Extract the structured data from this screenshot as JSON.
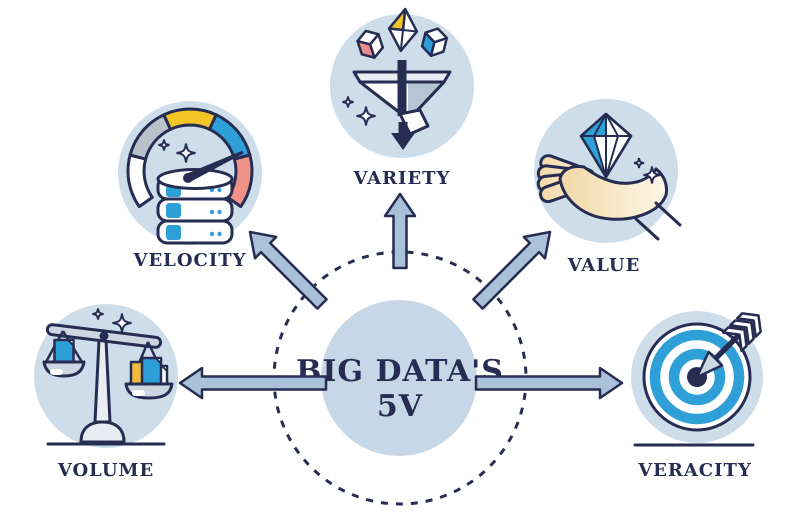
{
  "diagram_title": "BIG DATA'S 5V",
  "center": {
    "line1": "BIG DATA'S",
    "line2": "5V"
  },
  "nodes": [
    {
      "id": "variety",
      "label": "VARIETY",
      "icon": "funnel-shapes-icon",
      "position": "top"
    },
    {
      "id": "velocity",
      "label": "VELOCITY",
      "icon": "speedometer-database-icon",
      "position": "upper-left"
    },
    {
      "id": "value",
      "label": "VALUE",
      "icon": "hand-diamond-icon",
      "position": "upper-right"
    },
    {
      "id": "volume",
      "label": "VOLUME",
      "icon": "balance-scale-icon",
      "position": "lower-left"
    },
    {
      "id": "veracity",
      "label": "VERACITY",
      "icon": "target-arrow-icon",
      "position": "lower-right"
    }
  ],
  "colors": {
    "navy": "#272d52",
    "accent-blue": "#2f9fd8",
    "yellow": "#f3c525",
    "salmon": "#ef9287",
    "pink": "#ee8c8c",
    "circle-bg": "#cdddea",
    "center-circle-bg": "#c6d8e7",
    "arrow-fill": "#a9c1d9",
    "gauge-gray": "#b9c2cb",
    "hand-cream": "#f5debc",
    "hand-cream-light": "#fdf6e7",
    "steel-light": "#ccd7e1",
    "steel-lighter": "#e8edf2",
    "funnel-shade": "#b6c5d3",
    "head-gray": "#ccd8e2"
  }
}
